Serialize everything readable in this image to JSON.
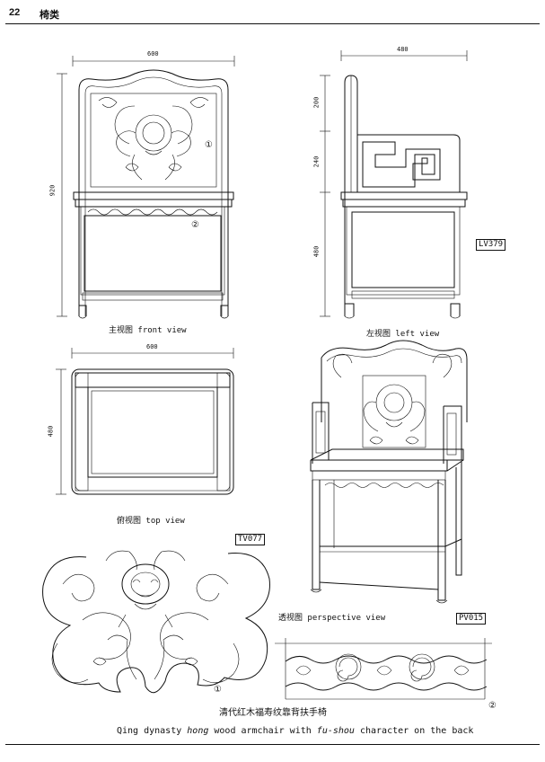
{
  "header": {
    "page_number": "22",
    "section_title": "椅类"
  },
  "front_view": {
    "caption": "主视图  front view",
    "dim_width": "600",
    "dim_height": "920",
    "marker_1": "①",
    "marker_2": "②"
  },
  "left_view": {
    "caption": "左视图  left view",
    "dim_width": "480",
    "dim_h1": "200",
    "dim_h2": "240",
    "dim_h3": "480",
    "code": "LV379"
  },
  "top_view": {
    "caption": "俯视图  top view",
    "dim_width": "600",
    "dim_height": "480",
    "code": "TV077"
  },
  "perspective_view": {
    "caption": "透视图  perspective view",
    "code": "PV015"
  },
  "detail": {
    "marker_1": "①",
    "marker_2": "②"
  },
  "footer": {
    "title_zh": "清代红木福寿纹靠背扶手椅",
    "title_en_1": "Qing dynasty ",
    "title_en_2": "hong",
    "title_en_3": " wood armchair with ",
    "title_en_4": "fu-shou",
    "title_en_5": " character on the back"
  }
}
